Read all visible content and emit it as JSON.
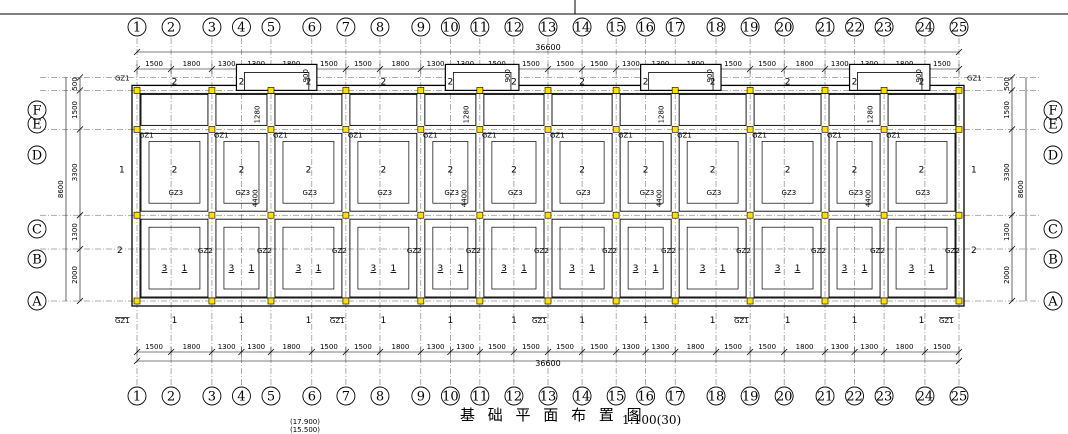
{
  "title": "基 础 平 面 布 置 图",
  "scale": "1:100(30)",
  "elevations": [
    "(17.900)",
    "(15.500)"
  ],
  "axes_x": [
    "1",
    "2",
    "3",
    "4",
    "5",
    "6",
    "7",
    "8",
    "9",
    "10",
    "11",
    "12",
    "13",
    "14",
    "15",
    "16",
    "17",
    "18",
    "19",
    "20",
    "21",
    "22",
    "23",
    "24",
    "25"
  ],
  "axes_y": [
    "A",
    "B",
    "C",
    "D",
    "E",
    "F"
  ],
  "dims_x": [
    "1500",
    "1800",
    "1300",
    "1300",
    "1800",
    "1500",
    "1500",
    "1800",
    "1300",
    "1300",
    "1500",
    "1500",
    "1500",
    "1500",
    "1300",
    "1300",
    "1800",
    "1500",
    "1500",
    "1800",
    "1300",
    "1300",
    "1800",
    "1500"
  ],
  "dim_total": "36600",
  "dims_y": [
    "2000",
    "1300",
    "3300",
    "1500",
    "500"
  ],
  "dim_total_y": "8600",
  "col_tag": "GZ1",
  "col_tags": [
    "GZ1",
    "GZ2",
    "GZ3"
  ],
  "inner_dims": [
    "1280",
    "900",
    "4400"
  ],
  "foundation_marks": [
    "1",
    "2",
    "3"
  ]
}
